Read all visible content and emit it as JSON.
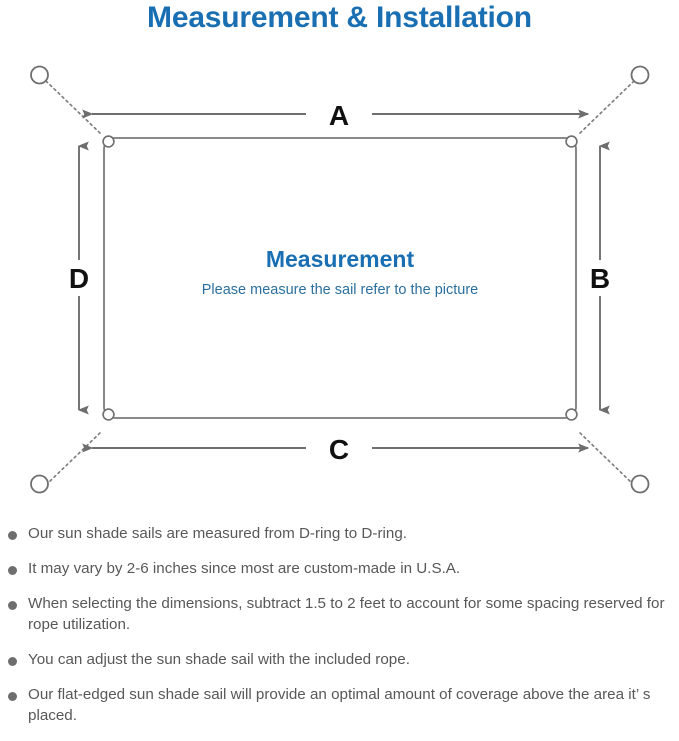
{
  "header": {
    "title": "Measurement & Installation",
    "title_color": "#1a6fb3"
  },
  "diagram": {
    "center_title": "Measurement",
    "center_subtitle": "Please measure the sail refer to the picture",
    "center_title_color": "#1a6fb3",
    "center_subtitle_color": "#2b6f9e",
    "line_color": "#6e6e6e",
    "sail_outline_color": "#7a7a7a",
    "dimension_labels": {
      "top": "A",
      "right": "B",
      "bottom": "C",
      "left": "D"
    },
    "d_ring_count": 4,
    "anchor_point_count": 4
  },
  "notes": [
    {
      "text": "Our sun shade sails are measured from D-ring to D-ring."
    },
    {
      "text": "It may vary by 2-6 inches since most are custom-made in U.S.A."
    },
    {
      "text": "When selecting the dimensions, subtract 1.5 to 2 feet to account for some spacing reserved for rope utilization."
    },
    {
      "text": "You can adjust the sun shade sail with the included rope."
    },
    {
      "text": "Our flat-edged sun shade sail will provide an optimal amount of coverage above the area it’ s placed."
    }
  ]
}
